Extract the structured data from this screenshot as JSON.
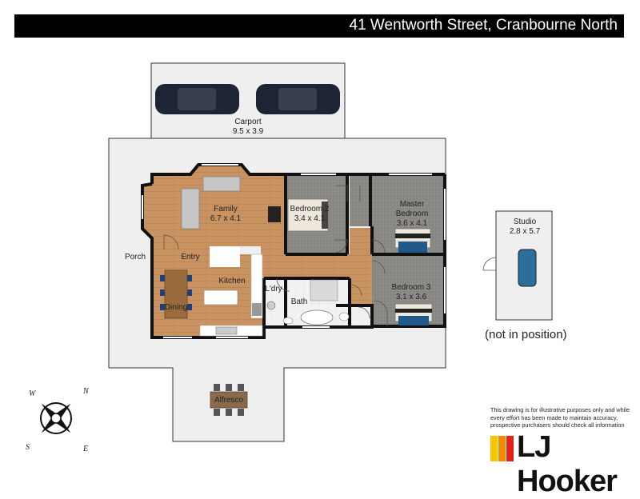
{
  "header": {
    "address": "41 Wentworth Street, Cranbourne North"
  },
  "rooms": {
    "carport": {
      "name": "Carport",
      "size": "9.5 x 3.9"
    },
    "family": {
      "name": "Family",
      "size": "6.7 x 4.1"
    },
    "bedroom2": {
      "name": "Bedroom 2",
      "size": "3.4 x 4.1"
    },
    "master": {
      "name": "Master",
      "name2": "Bedroom",
      "size": "3.6 x 4.1"
    },
    "studio": {
      "name": "Studio",
      "size": "2.8 x 5.7"
    },
    "porch": {
      "name": "Porch"
    },
    "entry": {
      "name": "Entry"
    },
    "kitchen": {
      "name": "Kitchen"
    },
    "laundry": {
      "name": "L'dry"
    },
    "bath": {
      "name": "Bath"
    },
    "bedroom3": {
      "name": "Bedroom 3",
      "size": "3.1 x 3.6"
    },
    "dining": {
      "name": "Dining"
    },
    "alfresco": {
      "name": "Alfresco"
    }
  },
  "studio_note": "(not in position)",
  "compass": {
    "n": "N",
    "s": "S",
    "e": "E",
    "w": "W"
  },
  "disclaimer": "This drawing is for illustrative purposes only and while every effort has been made to maintain accuracy, prospective purchasers should check all information",
  "logo": {
    "text": "LJ Hooker",
    "colors": [
      "#f7c500",
      "#f08a00",
      "#e32119"
    ]
  },
  "colors": {
    "floor": "#c89361",
    "carpet": "#8c8a86",
    "concrete": "#efefef",
    "wall": "#111111"
  }
}
